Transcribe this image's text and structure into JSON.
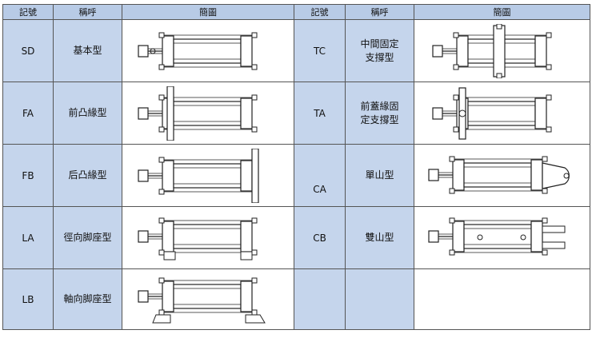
{
  "headers": {
    "code": "記號",
    "name": "稱呼",
    "diagram": "簡圖"
  },
  "left": [
    {
      "code": "SD",
      "name": "基本型",
      "icon": "basic-cylinder-icon"
    },
    {
      "code": "FA",
      "name": "前凸緣型",
      "icon": "front-flange-cylinder-icon"
    },
    {
      "code": "FB",
      "name": "后凸緣型",
      "icon": "rear-flange-cylinder-icon"
    },
    {
      "code": "LA",
      "name": "徑向脚座型",
      "icon": "radial-foot-cylinder-icon"
    },
    {
      "code": "LB",
      "name": "軸向脚座型",
      "icon": "axial-foot-cylinder-icon"
    }
  ],
  "right": [
    {
      "code": "TC",
      "name_l1": "中間固定",
      "name_l2": "支撐型",
      "icon": "center-trunnion-cylinder-icon"
    },
    {
      "code": "TA",
      "name_l1": "前蓋緣固",
      "name_l2": "定支撐型",
      "icon": "front-trunnion-cylinder-icon"
    },
    {
      "code": "CA",
      "name": "單山型",
      "icon": "single-clevis-cylinder-icon"
    },
    {
      "code": "CB",
      "name": "雙山型",
      "icon": "double-clevis-cylinder-icon"
    }
  ]
}
